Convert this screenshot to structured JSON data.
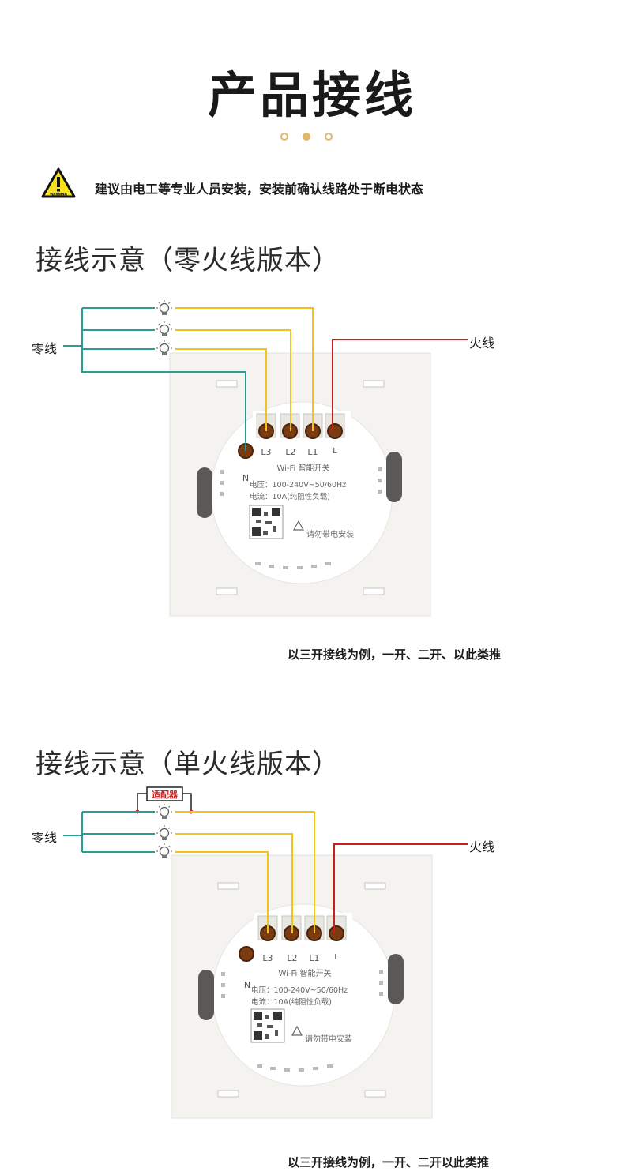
{
  "header": {
    "title": "产品接线"
  },
  "warning": {
    "text": "建议由电工等专业人员安装，安装前确认线路处于断电状态",
    "icon": "warning-triangle-icon",
    "icon_text": "WARNING"
  },
  "colors": {
    "accent": "#e2b769",
    "neutral_wire": "#2a9d96",
    "load_wire": "#f2c318",
    "live_wire": "#c81e1e"
  },
  "diagrams": [
    {
      "title": "接线示意（零火线版本）",
      "neutral_label": "零线",
      "live_label": "火线",
      "terminals": [
        "L3",
        "L2",
        "L1",
        "L"
      ],
      "neutral_terminal": "N",
      "device_name": "Wi-Fi 智能开关",
      "voltage": "电压：100-240V~50/60Hz",
      "current": "电流：10A(纯阻性负载)",
      "notice": "请勿带电安装",
      "caption": "以三开接线为例，一开、二开、以此类推"
    },
    {
      "title": "接线示意（单火线版本）",
      "neutral_label": "零线",
      "live_label": "火线",
      "adapter_label": "适配器",
      "terminals": [
        "L3",
        "L2",
        "L1",
        "L"
      ],
      "neutral_terminal": "N",
      "device_name": "Wi-Fi 智能开关",
      "voltage": "电压：100-240V~50/60Hz",
      "current": "电流：10A(纯阻性负载)",
      "notice": "请勿带电安装",
      "caption": "以三开接线为例，一开、二开以此类推"
    }
  ]
}
